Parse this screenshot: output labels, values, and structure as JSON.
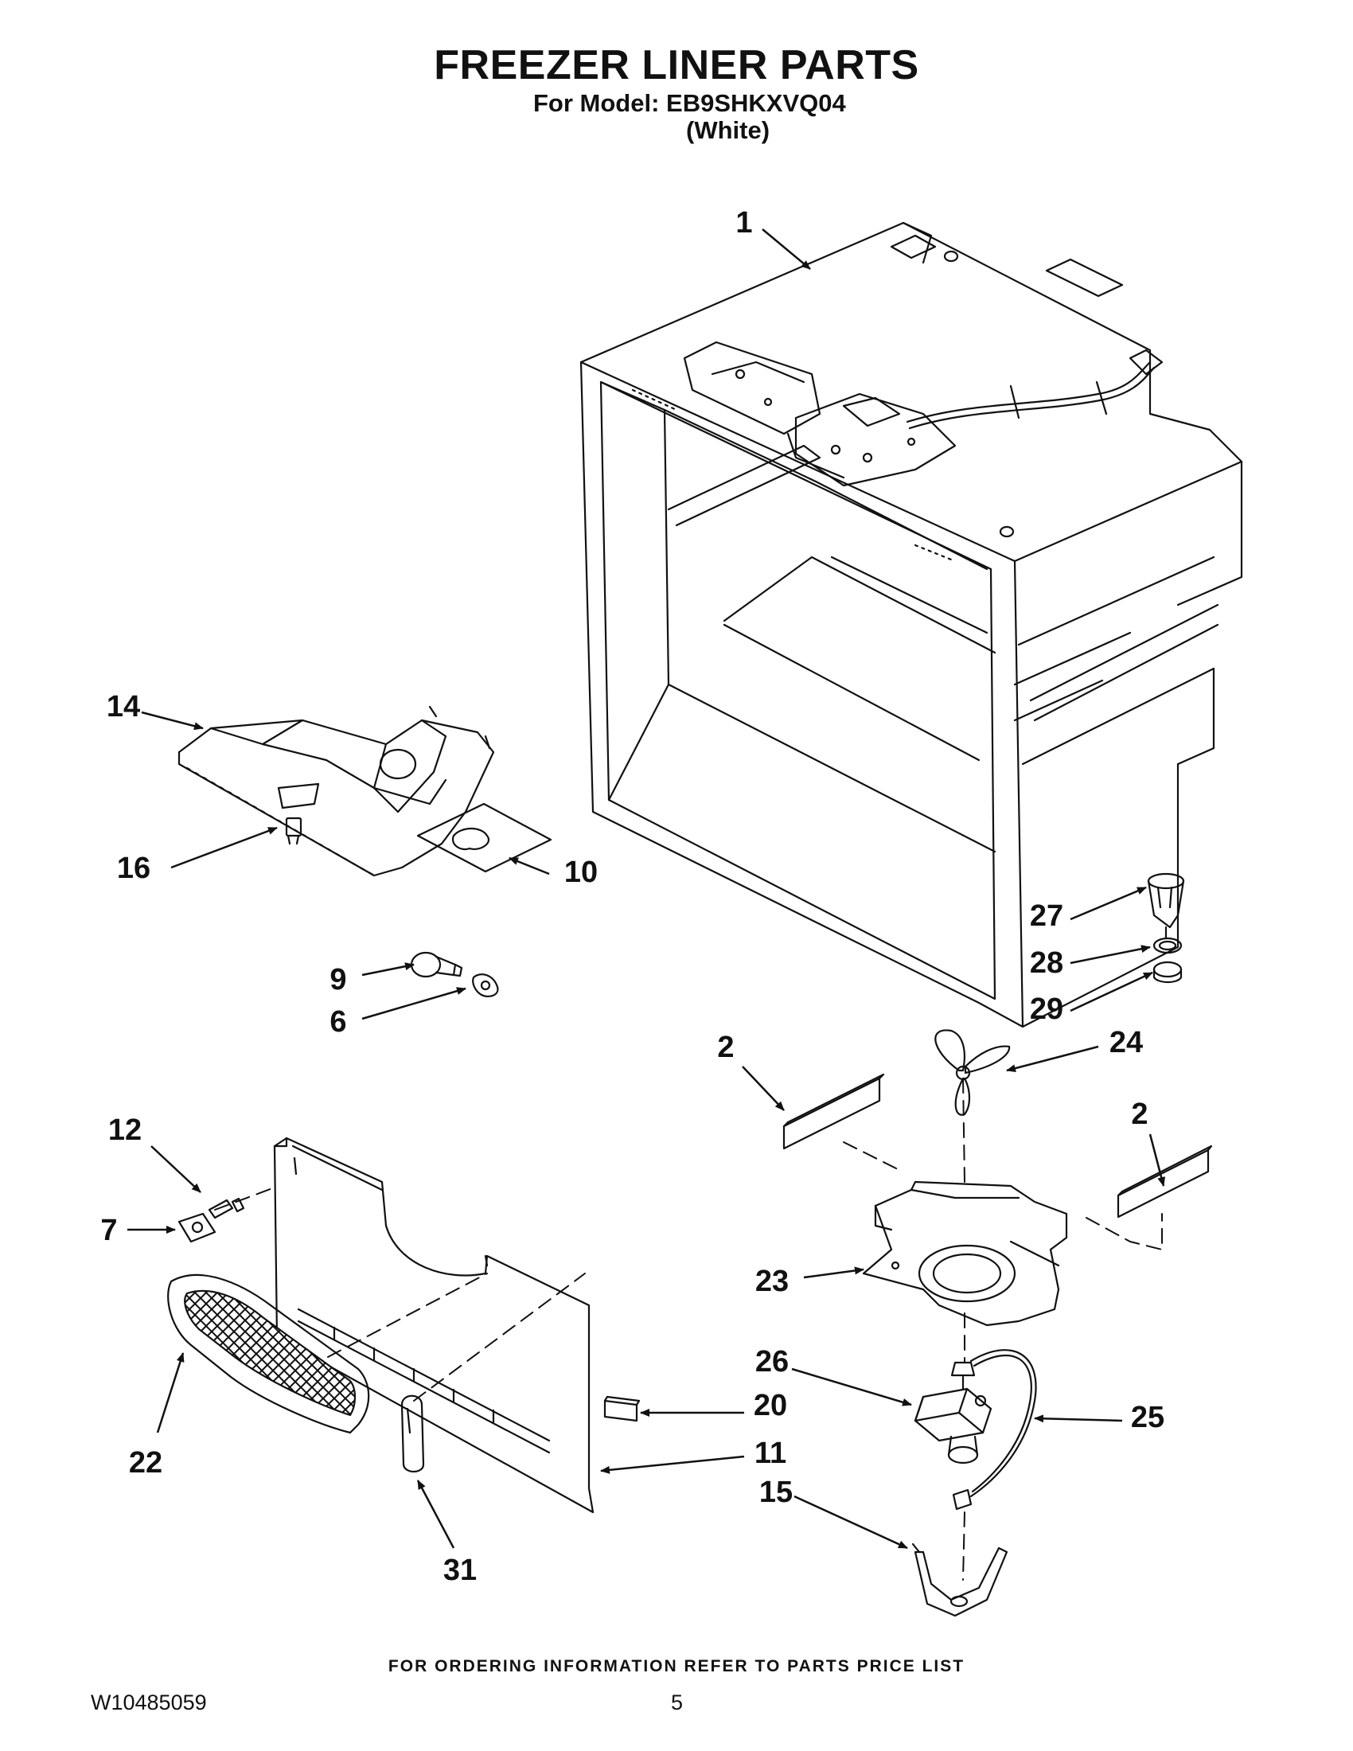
{
  "header": {
    "title": "FREEZER LINER PARTS",
    "model_line": "For Model: EB9SHKXVQ04",
    "color_line": "(White)"
  },
  "callouts": [
    "1",
    "14",
    "16",
    "10",
    "9",
    "6",
    "27",
    "28",
    "29",
    "2",
    "24",
    "2",
    "12",
    "7",
    "23",
    "22",
    "26",
    "20",
    "25",
    "11",
    "15",
    "31"
  ],
  "footer": {
    "ordering_note": "FOR ORDERING INFORMATION REFER TO PARTS PRICE LIST",
    "document_number": "W10485059",
    "page_number": "5"
  }
}
